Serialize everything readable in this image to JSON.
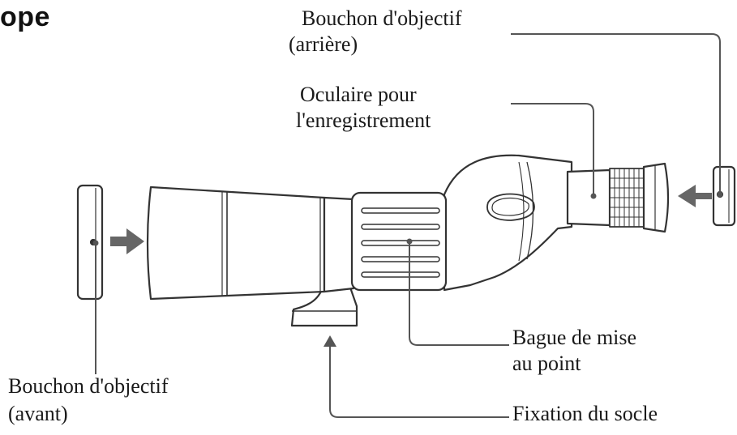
{
  "title": "ope",
  "labels": {
    "rear_cap_line1": "Bouchon d'objectif",
    "rear_cap_line2": "(arrière)",
    "eyepiece_line1": "Oculaire pour",
    "eyepiece_line2": "l'enregistrement",
    "focus_ring_line1": "Bague de mise",
    "focus_ring_line2": "au point",
    "mount_base": "Fixation du socle",
    "front_cap_line1": "Bouchon d'objectif",
    "front_cap_line2": "(avant)"
  }
}
